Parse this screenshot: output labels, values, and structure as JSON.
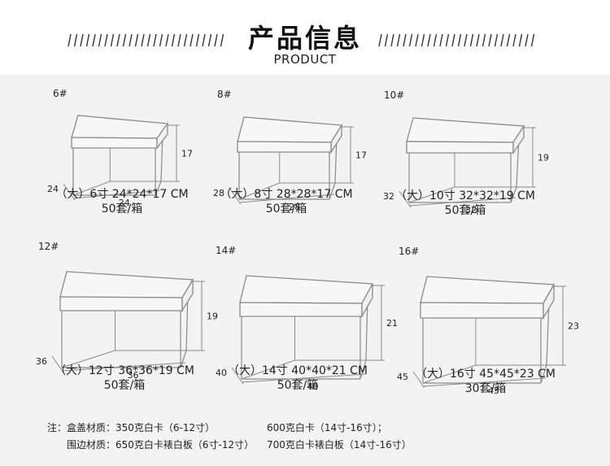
{
  "header": {
    "title_cn": "产品信息",
    "title_en": "PRODUCT"
  },
  "boxes": [
    {
      "id": "6#",
      "w": "24",
      "d": "24",
      "h": "17",
      "caption": "（大）6寸 24*24*17 CM",
      "pack": "50套/箱"
    },
    {
      "id": "8#",
      "w": "28",
      "d": "28",
      "h": "17",
      "caption": "（大）8寸 28*28*17 CM",
      "pack": "50套/箱"
    },
    {
      "id": "10#",
      "w": "32",
      "d": "32",
      "h": "19",
      "caption": "（大）10寸 32*32*19 CM",
      "pack": "50套/箱"
    },
    {
      "id": "12#",
      "w": "36",
      "d": "36",
      "h": "19",
      "caption": "（大）12寸 36*36*19 CM",
      "pack": "50套/箱"
    },
    {
      "id": "14#",
      "w": "40",
      "d": "40",
      "h": "21",
      "caption": "（大）14寸 40*40*21 CM",
      "pack": "50套/箱"
    },
    {
      "id": "16#",
      "w": "45",
      "d": "45",
      "h": "23",
      "caption": "（大）16寸 45*45*23 CM",
      "pack": "30套/箱"
    }
  ],
  "notes": {
    "lid_label": "注：盒盖材质：350克白卡（6-12寸）",
    "lid_alt": "600克白卡（14寸-16寸）；",
    "body_label": "围边材质：650克白卡裱白板（6寸-12寸）",
    "body_alt": "700克白卡裱白板（14寸-16寸）"
  },
  "colors": {
    "line": "#8a8a8a",
    "background": "#f3f3f3"
  }
}
